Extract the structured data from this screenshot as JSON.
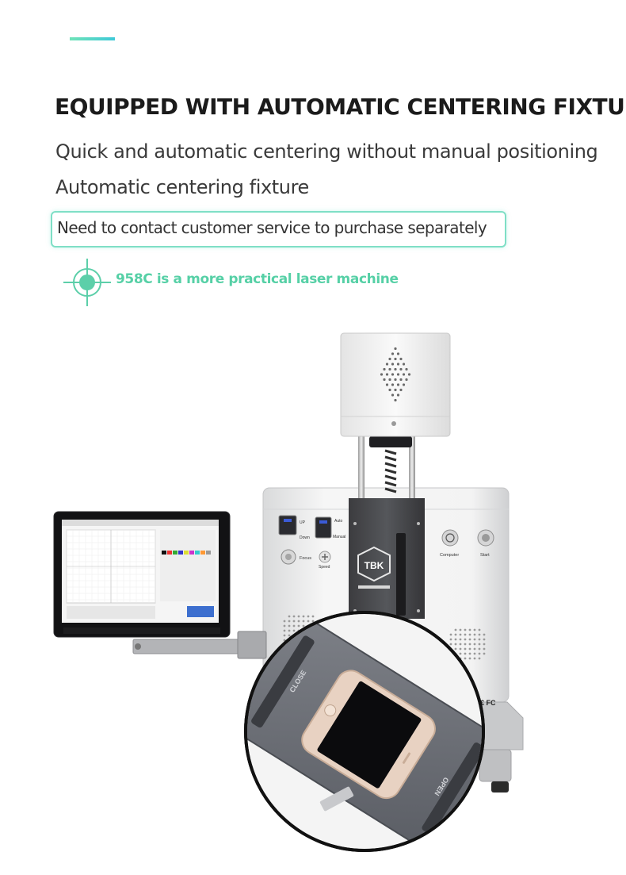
{
  "headline": "EQUIPPED WITH AUTOMATIC CENTERING FIXTURE",
  "subtitle_line_1": "Quick and automatic centering without manual positioning",
  "subtitle_line_2": "Automatic centering fixture",
  "notice": "Need to contact customer service to purchase separately",
  "tagline": "958C is a more practical laser machine",
  "colors": {
    "accent_green": "#56d0a6",
    "accent_teal": "#3ec9d8",
    "heading_text": "#1b1b1b",
    "body_text": "#3a3a3a"
  },
  "machine_panel": {
    "up_label": "UP",
    "down_label": "Down",
    "auto_label": "Auto",
    "manual_label": "Manual",
    "focus_label": "Focus",
    "speed_label": "Speed",
    "computer_label": "Computer",
    "start_label": "Start",
    "brand_logo": "TBK",
    "cert_marks": "€ FC"
  },
  "fixture": {
    "close_label": "CLOSE",
    "open_label": "OPEN"
  },
  "icons": [
    "crosshair-target-icon",
    "power-button-icon"
  ]
}
